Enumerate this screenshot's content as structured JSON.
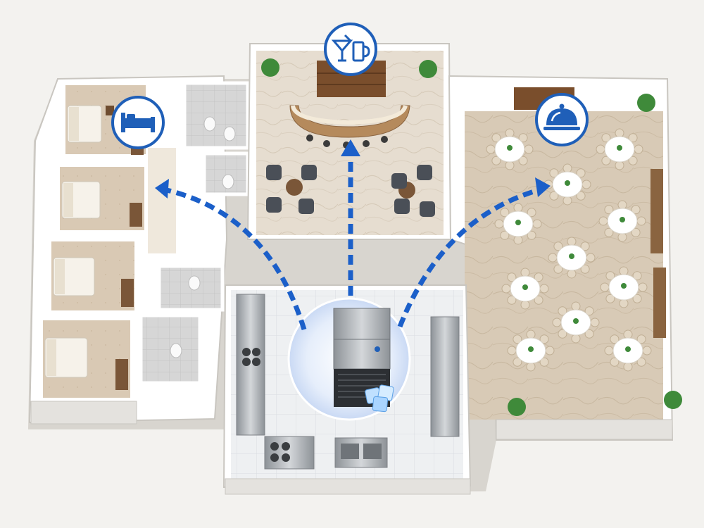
{
  "colors": {
    "background": "#f3f2ef",
    "wall": "#ffffff",
    "wall_shadow": "#c9c6c0",
    "floor_marble": "#e6ddd0",
    "floor_bedroom": "#d9c9b4",
    "floor_bathroom": "#d6d6d6",
    "floor_kitchen": "#eef0f2",
    "floor_banquet": "#d8cab6",
    "accent_blue": "#1f5fb8",
    "arrow_blue": "#1b5fc9",
    "wood": "#8a5a34",
    "steel": "#a9adb2",
    "tablecloth": "#ffffff",
    "chair": "#e3d7c4",
    "plant": "#3f8a3a"
  },
  "icons": {
    "bedroom": "bed-icon",
    "bar": "cocktail-beer-icon",
    "banquet": "food-cloche-icon",
    "machine": "ice-machine-icon",
    "ice": "ice-cubes-icon"
  },
  "rooms": {
    "left_wing": "bedrooms-and-bathrooms",
    "top_center": "bar-lounge",
    "right_wing": "banquet-hall",
    "bottom_center": "commercial-kitchen"
  },
  "flows": [
    {
      "from": "ice-machine",
      "to": "bedrooms"
    },
    {
      "from": "ice-machine",
      "to": "bar-lounge"
    },
    {
      "from": "ice-machine",
      "to": "banquet-hall"
    }
  ]
}
